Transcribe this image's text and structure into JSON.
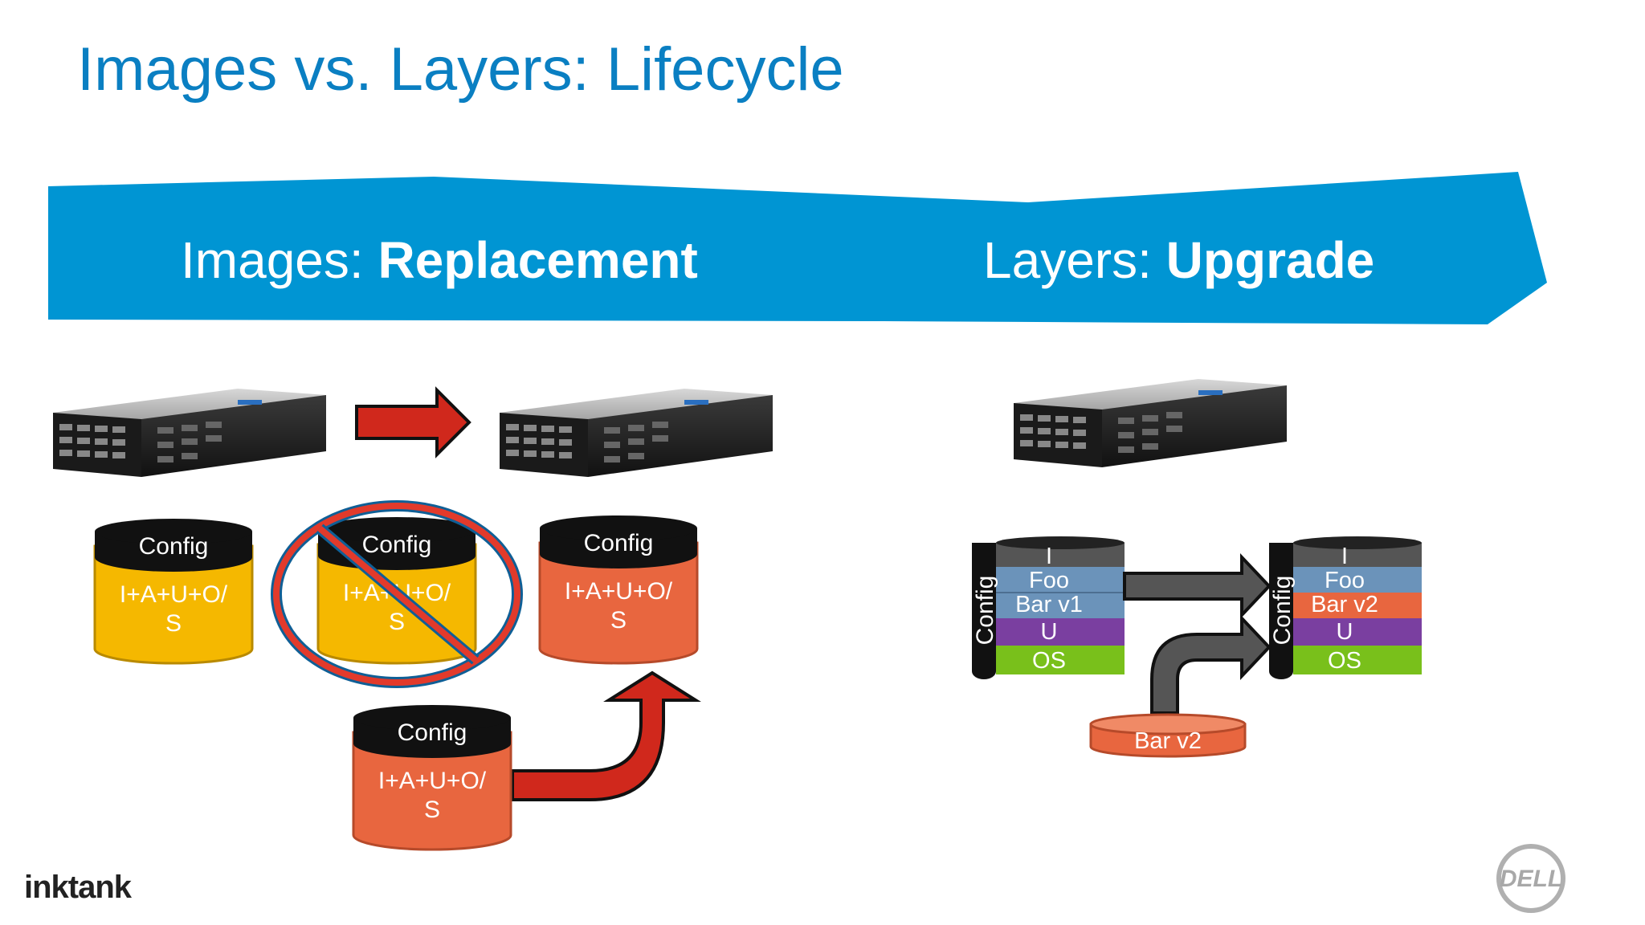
{
  "slide": {
    "title": "Images vs. Layers: Lifecycle",
    "banner": {
      "left_prefix": "Images: ",
      "left_strong": "Replacement",
      "right_prefix": "Layers: ",
      "right_strong": "Upgrade"
    },
    "drums": {
      "original": {
        "top": "Config",
        "body_line1": "I+A+U+O/",
        "body_line2": "S"
      },
      "crossed": {
        "top": "Config",
        "body_line1": "I+A+U+O/",
        "body_line2": "S"
      },
      "replacement": {
        "top": "Config",
        "body_line1": "I+A+U+O/",
        "body_line2": "S"
      },
      "incoming": {
        "top": "Config",
        "body_line1": "I+A+U+O/",
        "body_line2": "S"
      }
    },
    "stacks": {
      "before": {
        "side": "Config",
        "layers": [
          "I",
          "Foo",
          "Bar v1",
          "U",
          "OS"
        ]
      },
      "after": {
        "side": "Config",
        "layers": [
          "I",
          "Foo",
          "Bar v2",
          "U",
          "OS"
        ]
      }
    },
    "patch": {
      "label": "Bar v2"
    },
    "logos": {
      "left": "inktank",
      "right": "DELL"
    },
    "colors": {
      "title": "#0a7fc2",
      "banner": "#0095d3",
      "yellow": "#f5b800",
      "orange": "#e8663f",
      "red_arrow": "#d0281c",
      "blue_layer": "#6b93ba",
      "purple_layer": "#7a3fa0",
      "green_layer": "#79c01b",
      "gray_layer": "#555555"
    }
  }
}
